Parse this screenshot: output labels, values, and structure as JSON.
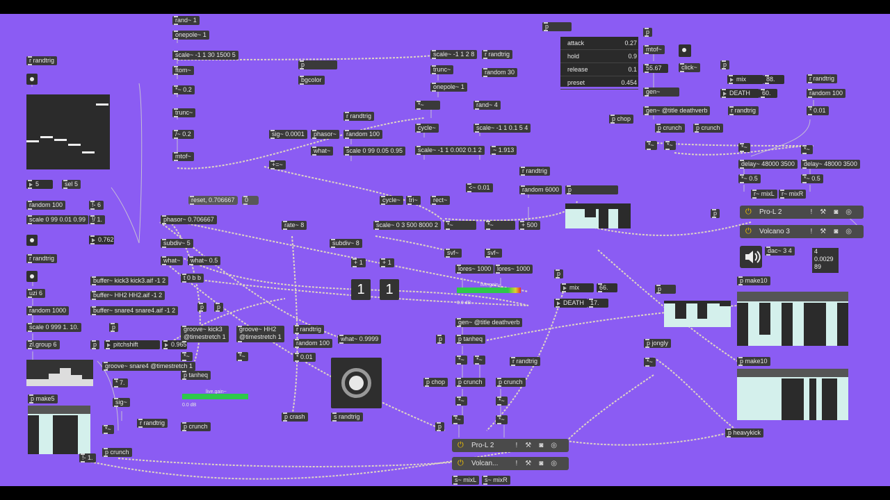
{
  "colors": {
    "background": "#8b5cf3",
    "object": "#3a3a3a",
    "cable": "#e8e2c0",
    "meter_green": "#2ec84a",
    "plugin_power": "#f5c400"
  },
  "objects": {
    "rand1": "rand~ 1",
    "onepole1": "onepole~ 1",
    "scale_a": "scale~ -1 1 30 1500 5",
    "ftom": "ftom~",
    "mul02a": "*~ 0.2",
    "trunc_a": "trunc~",
    "div02": "/~ 0.2",
    "mtof_a": "mtof~",
    "scale_b": "scale~ -1 1 2 8",
    "trunc_b": "trunc~",
    "onepole_b": "onepole~ 1",
    "randtrig_b": "r randtrig",
    "random30": "random 30",
    "p_top": "p",
    "bgcolor": "bgcolor",
    "tilde_b": "*~",
    "cycle_b": "cycle~",
    "rand4": "rand~ 4",
    "scale_c": "scale~ -1 1 0.1 5 4",
    "scale_d": "scale~ -1 1 0.002 0.1 2",
    "tilde_val": "~ 1.913",
    "randtrig_c": "r randtrig",
    "random100_c": "random 100",
    "scale_e": "scale 0 99 0.05 0.95",
    "sig": "sig~ 0.0001",
    "phasor": "phasor~",
    "what_a": "what~",
    "pluseq": "+=~",
    "lt001": "<~ 0.01",
    "randtrig_d": "r randtrig",
    "random6000": "random 6000",
    "p_d": "p",
    "cycle_c": "cycle~",
    "tri": "tri~",
    "rect": "rect~",
    "scale_f": "scale~ 0 3 500 8000 2",
    "mul_f1": "*~",
    "mul_f2": "*~",
    "plus500": "+ 500",
    "svf1": "svf~",
    "svf2": "svf~",
    "lores1": "lores~ 1000",
    "lores2": "lores~ 1000",
    "reset": "reset, 0.706667",
    "zero": "0",
    "phasor_b": "phasor~ 0.706667",
    "rate8": "rate~ 8",
    "subdiv8": "subdiv~ 8",
    "plus1a": "+ 1",
    "plus1b": "+ 1",
    "subdiv5": "subdiv~ 5",
    "what_b": "what~",
    "what05": "what~ 0.5",
    "tobb": "t 0 b b",
    "buf_kick": "buffer~ kick3 kick3.aif -1 2",
    "buf_hh": "buffer~ HH2 HH2.aif -1 2",
    "buf_snare": "buffer~ snare4 snare4.aif -1 2",
    "p1": "p",
    "p2": "p",
    "groove_kick": "groove~ kick3",
    "groove_kick2": "@timestretch 1",
    "groove_hh": "groove~ HH2",
    "groove_hh2": "@timestretch 1",
    "mul_g1": "*~",
    "mul_g2": "*~",
    "randtrig_e": "r randtrig",
    "random100_e": "random 100",
    "mul001": "* 0.01",
    "what9999": "what~ 0.9999",
    "p_tanheq_a": "p tanheq",
    "p_crunch_a": "p crunch",
    "p_crash": "p crash",
    "s_randtrig": "s randtrig",
    "randtrig_l1": "r randtrig",
    "n5": "5",
    "sel5": "sel 5",
    "random100_l": "random 100",
    "scale_l": "scale 0 99 0.01 0.99",
    "minus6": "!- 6",
    "div1": "!/ 1.",
    "n762": "0.762",
    "randtrig_l2": "r randtrig",
    "uzi6": "uzi 6",
    "random1000": "random 1000",
    "scale_l2": "scale 0 999 1. 10.",
    "zlgroup": "zl.group 6",
    "p_make5": "p make5",
    "p_pitch": "p",
    "pitchshift": "pitchshift",
    "n965": "0.965",
    "groove_snare": "groove~ snare4 @timestretch 1",
    "mul7": "* 7.",
    "sig_b": "sig~",
    "mul_s": "*~",
    "randtrig_s": "r randtrig",
    "p_crunch_s": "p crunch",
    "minus1": "!- 1.",
    "mtof_r": "mtof~",
    "p_r": "p",
    "click": "click~",
    "n5567": "55.67",
    "gen_a": "gen~",
    "gen_deathverb": "gen~ @title deathverb",
    "p_chop_a": "p chop",
    "p_crunch_r1": "p crunch",
    "p_crunch_r2": "p crunch",
    "randtrig_r": "r randtrig",
    "mul_r1": "*~",
    "mul_r2": "*~",
    "p_mix": "p",
    "death_top": "DEATH",
    "n60": "60.",
    "mix_top": "mix",
    "n88": "88.",
    "randtrig_rr": "r randtrig",
    "random100_rr": "random 100",
    "mul001_rr": "* 0.01",
    "mul_rr1": "*~",
    "mul_rr2": "*~",
    "delay1": "delay~ 48000 3500",
    "delay2": "delay~ 48000 3500",
    "mul05a": "*~ 0.5",
    "mul05b": "*~ 0.5",
    "mixL": "r~ mixL",
    "mixR": "r~ mixR",
    "p_pro": "p",
    "dac": "dac~ 3 4",
    "p_mid": "p",
    "mix_mid": "mix",
    "n66": "66.",
    "death_mid": "DEATH",
    "n17": "17.",
    "gen_deathverb2": "gen~ @title deathverb",
    "p_m1": "p",
    "p_tanheq_b": "p tanheq",
    "mul_m1": "*~",
    "mul_m2": "*~",
    "randtrig_m": "r randtrig",
    "p_chop_b": "p chop",
    "p_crunch_m1": "p crunch",
    "p_crunch_m2": "p crunch",
    "mul_m3": "*~",
    "mul_m4": "*~",
    "mul_m5": "*~",
    "mul_m6": "*~",
    "p_m2": "p",
    "p_m3": "p",
    "p_jongly_p": "p",
    "p_jongly": "p jongly",
    "mul_j": "*~",
    "p_make10a": "p make10",
    "p_make10b": "p make10",
    "p_heavykick": "p heavykick",
    "smixL": "s~ mixL",
    "smixR": "s~ mixR"
  },
  "envelope": [
    {
      "label": "attack",
      "value": "0.27"
    },
    {
      "label": "hold",
      "value": "0.9"
    },
    {
      "label": "release",
      "value": "0.1"
    },
    {
      "label": "preset",
      "value": "0.454"
    }
  ],
  "plugins": {
    "pro_l2_right": "Pro-L 2",
    "volcano_right": "Volcano 3",
    "pro_l2_bottom": "Pro-L 2",
    "volcano_bottom": "Volcan..."
  },
  "big_numbers": {
    "left": "1",
    "right": "1"
  },
  "meters": {
    "left_label": "live.gain~",
    "left_db": "0.0 dB",
    "mid_label": "live.gain~",
    "mid_db": "0.0 dB"
  },
  "dsp_status": {
    "line1": "4",
    "line2": "0.0029",
    "line3": "89"
  }
}
